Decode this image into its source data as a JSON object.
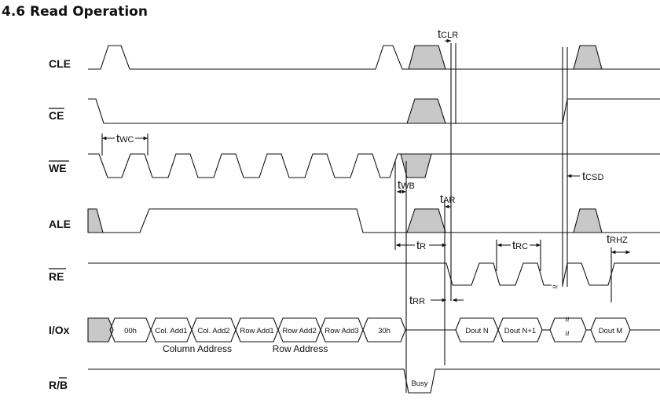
{
  "title": "4.6 Read Operation",
  "signals": [
    "CLE",
    "CE",
    "WE",
    "ALE",
    "RE",
    "I/Ox",
    "R/B"
  ],
  "io_cycles": [
    "00h",
    "Col. Add1",
    "Col. Add2",
    "Row Add1",
    "Row Add2",
    "Row Add3",
    "30h",
    "Dout N",
    "Dout N+1",
    "Dout M"
  ],
  "io_groups": {
    "column": "Column Address",
    "row": "Row Address"
  },
  "busy": "Busy",
  "timings": {
    "wc": {
      "t": "t",
      "sub": "WC"
    },
    "wb": {
      "t": "t",
      "sub": "WB"
    },
    "clr": {
      "t": "t",
      "sub": "CLR"
    },
    "ar": {
      "t": "t",
      "sub": "AR"
    },
    "r": {
      "t": "t",
      "sub": "R"
    },
    "rc": {
      "t": "t",
      "sub": "RC"
    },
    "rr": {
      "t": "t",
      "sub": "RR"
    },
    "csd": {
      "t": "t",
      "sub": "CSD"
    },
    "rhz": {
      "t": "t",
      "sub": "RHZ"
    }
  }
}
